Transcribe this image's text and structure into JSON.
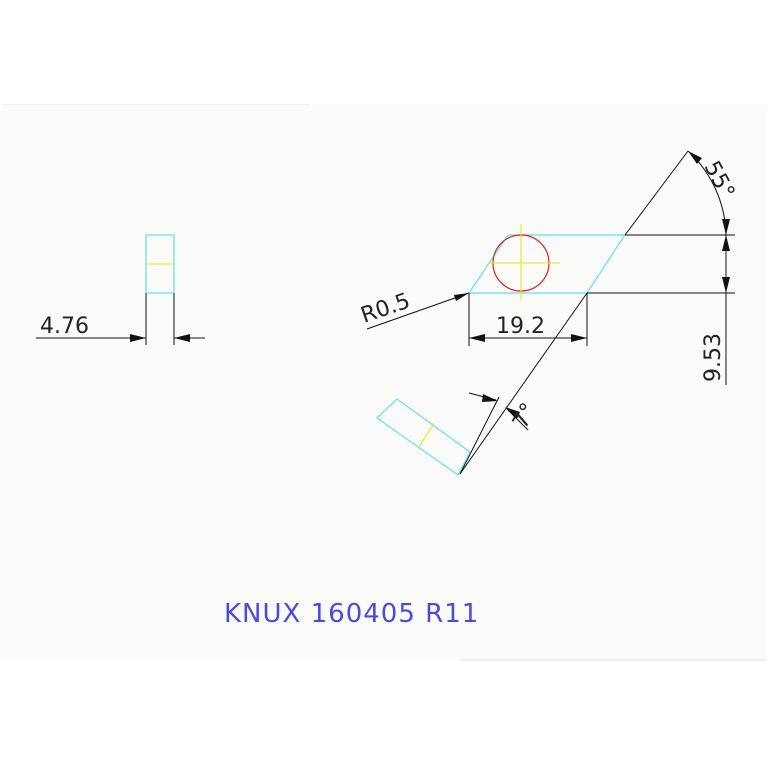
{
  "drawing": {
    "title": "KNUX 160405 R11",
    "dimensions": {
      "thickness": "4.76",
      "radius": "R0.5",
      "length": "19.2",
      "height": "9.53",
      "angle_main": "55°",
      "angle_clearance": "7°"
    },
    "colors": {
      "outline": "#5ee0ee",
      "centerline": "#e6e600",
      "hole": "#e02020",
      "dimension": "#111111",
      "title": "#4a4ae0",
      "sheet": "#fbfcf9"
    }
  }
}
